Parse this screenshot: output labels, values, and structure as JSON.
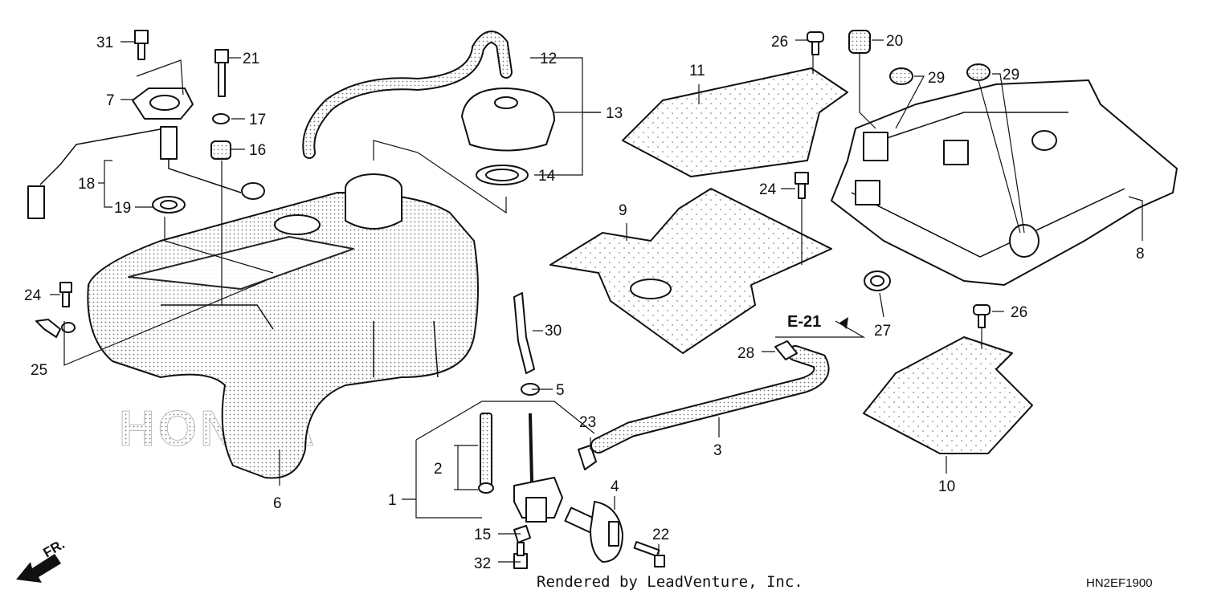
{
  "callouts": {
    "c1": "1",
    "c2": "2",
    "c3": "3",
    "c4": "4",
    "c5": "5",
    "c6": "6",
    "c7": "7",
    "c8": "8",
    "c9": "9",
    "c10": "10",
    "c11": "11",
    "c12": "12",
    "c13": "13",
    "c14": "14",
    "c15": "15",
    "c16": "16",
    "c17": "17",
    "c18": "18",
    "c19": "19",
    "c20": "20",
    "c21": "21",
    "c22": "22",
    "c23": "23",
    "c24a": "24",
    "c24b": "24",
    "c25": "25",
    "c26a": "26",
    "c26b": "26",
    "c27": "27",
    "c28": "28",
    "c29a": "29",
    "c29b": "29",
    "c30": "30",
    "c31": "31",
    "c32": "32"
  },
  "reference": "E-21",
  "front_marker": "FR.",
  "watermark": "HONDA",
  "footer": {
    "credit": "Rendered by LeadVenture, Inc.",
    "diagram_code": "HN2EF1900"
  }
}
